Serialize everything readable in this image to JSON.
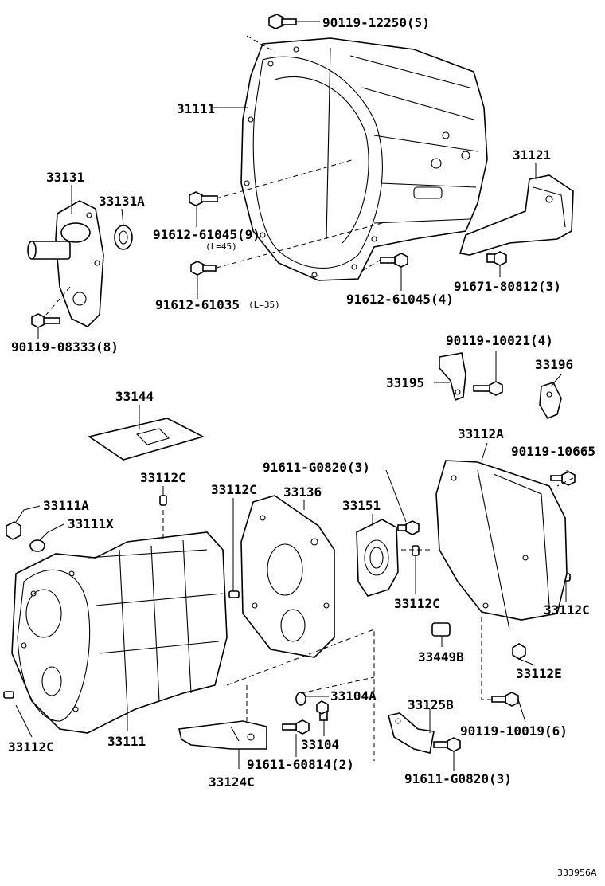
{
  "diagram": {
    "labels": {
      "p_90119_12250": "90119-12250(5)",
      "p_31111": "31111",
      "p_31121": "31121",
      "p_33131": "33131",
      "p_33131A": "33131A",
      "p_91612_61045_9": "91612-61045(9)",
      "p_l45": "(L=45)",
      "p_91612_61035": "91612-61035",
      "p_l35": "(L=35)",
      "p_91612_61045_4": "91612-61045(4)",
      "p_91671_80812": "91671-80812(3)",
      "p_90119_08333": "90119-08333(8)",
      "p_90119_10021": "90119-10021(4)",
      "p_33195": "33195",
      "p_33196": "33196",
      "p_33144": "33144",
      "p_33112A": "33112A",
      "p_91611_G0820_top": "91611-G0820(3)",
      "p_90119_10665": "90119-10665",
      "p_33112C_a": "33112C",
      "p_33112C_b": "33112C",
      "p_33136": "33136",
      "p_33151": "33151",
      "p_33111A": "33111A",
      "p_33111X": "33111X",
      "p_33112C_c": "33112C",
      "p_33112C_d": "33112C",
      "p_33449B": "33449B",
      "p_33112E": "33112E",
      "p_33104A": "33104A",
      "p_33125B": "33125B",
      "p_90119_10019": "90119-10019(6)",
      "p_33112C_e": "33112C",
      "p_33111b": "33111",
      "p_33104": "33104",
      "p_91611_60814": "91611-60814(2)",
      "p_33124C": "33124C",
      "p_91611_G0820_bot": "91611-G0820(3)"
    },
    "figure_id": "333956A"
  }
}
